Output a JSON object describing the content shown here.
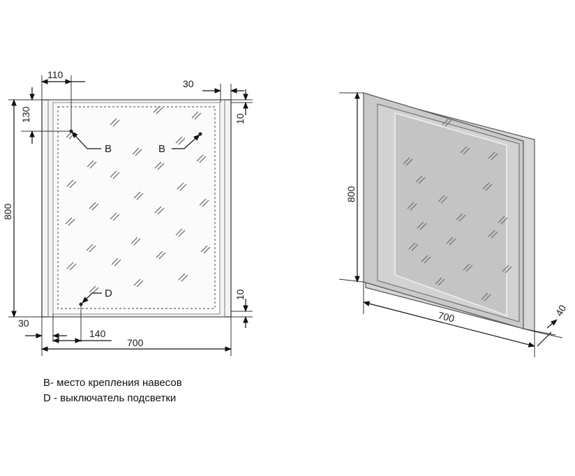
{
  "front_view": {
    "dims": {
      "top_left": "110",
      "top_right": "30",
      "left_small": "130",
      "height": "800",
      "right_top": "10",
      "right_bottom": "10",
      "bottom_left": "30",
      "bottom_offset": "140",
      "width": "700"
    },
    "markers": {
      "hinge_left": "B",
      "hinge_right": "B",
      "switch": "D"
    }
  },
  "iso_view": {
    "dims": {
      "height": "800",
      "width": "700",
      "depth": "40"
    }
  },
  "legend": [
    "B- место крепления навесов",
    "D - выключатель подсветки"
  ]
}
